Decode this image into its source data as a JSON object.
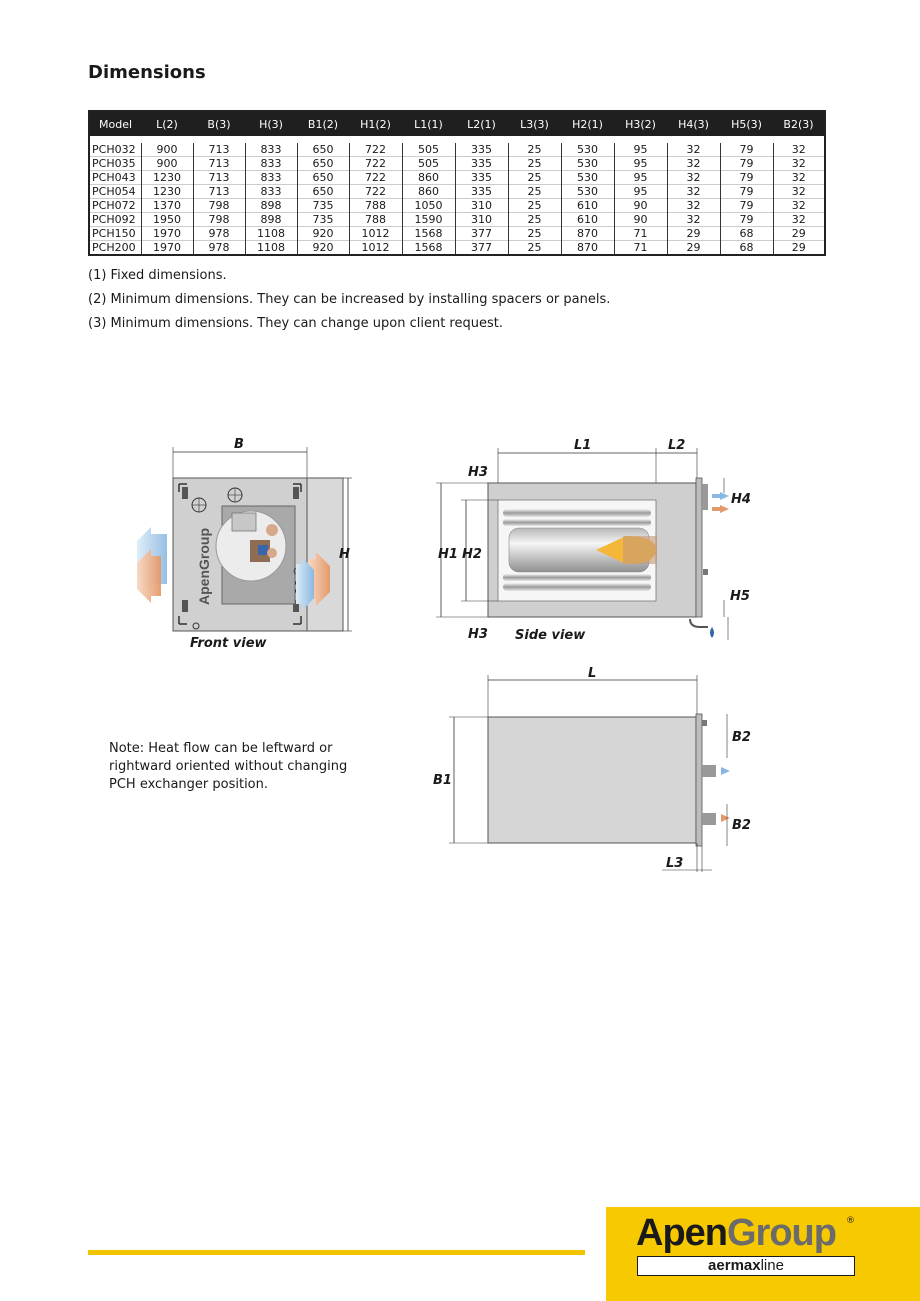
{
  "page": {
    "title": "Dimensions"
  },
  "table": {
    "headers": [
      "Model",
      "L(2)",
      "B(3)",
      "H(3)",
      "B1(2)",
      "H1(2)",
      "L1(1)",
      "L2(1)",
      "L3(3)",
      "H2(1)",
      "H3(2)",
      "H4(3)",
      "H5(3)",
      "B2(3)"
    ],
    "rows": [
      [
        "PCH032",
        "900",
        "713",
        "833",
        "650",
        "722",
        "505",
        "335",
        "25",
        "530",
        "95",
        "32",
        "79",
        "32"
      ],
      [
        "PCH035",
        "900",
        "713",
        "833",
        "650",
        "722",
        "505",
        "335",
        "25",
        "530",
        "95",
        "32",
        "79",
        "32"
      ],
      [
        "PCH043",
        "1230",
        "713",
        "833",
        "650",
        "722",
        "860",
        "335",
        "25",
        "530",
        "95",
        "32",
        "79",
        "32"
      ],
      [
        "PCH054",
        "1230",
        "713",
        "833",
        "650",
        "722",
        "860",
        "335",
        "25",
        "530",
        "95",
        "32",
        "79",
        "32"
      ],
      [
        "PCH072",
        "1370",
        "798",
        "898",
        "735",
        "788",
        "1050",
        "310",
        "25",
        "610",
        "90",
        "32",
        "79",
        "32"
      ],
      [
        "PCH092",
        "1950",
        "798",
        "898",
        "735",
        "788",
        "1590",
        "310",
        "25",
        "610",
        "90",
        "32",
        "79",
        "32"
      ],
      [
        "PCH150",
        "1970",
        "978",
        "1108",
        "920",
        "1012",
        "1568",
        "377",
        "25",
        "870",
        "71",
        "29",
        "68",
        "29"
      ],
      [
        "PCH200",
        "1970",
        "978",
        "1108",
        "920",
        "1012",
        "1568",
        "377",
        "25",
        "870",
        "71",
        "29",
        "68",
        "29"
      ]
    ]
  },
  "notes": [
    "(1) Fixed dimensions.",
    "(2) Minimum dimensions. They can be increased by installing spacers or panels.",
    "(3) Minimum dimensions. They can change upon client request."
  ],
  "diagram": {
    "front_view_label": "Front view",
    "side_view_label": "Side view",
    "dims": {
      "B": "B",
      "H": "H",
      "L1": "L1",
      "L2": "L2",
      "H3": "H3",
      "H4": "H4",
      "H1": "H1",
      "H2": "H2",
      "H5": "H5",
      "L": "L",
      "B1": "B1",
      "B2": "B2",
      "L3": "L3"
    },
    "logo_text": "ApenGroup",
    "note": "Note: Heat flow can be leftward or rightward oriented without changing PCH exchanger position.",
    "colors": {
      "warm_arrow": "#e39a6a",
      "cool_arrow": "#8bb8e0",
      "flame": "#f5b73a"
    }
  },
  "footer": {
    "brand_part1": "Apen",
    "brand_part2": "Group",
    "registered": "®",
    "sub_bold": "aermax",
    "sub_normal": "line",
    "colors": {
      "brand_yellow": "#f7c900",
      "line_yellow": "#f2c400"
    }
  }
}
